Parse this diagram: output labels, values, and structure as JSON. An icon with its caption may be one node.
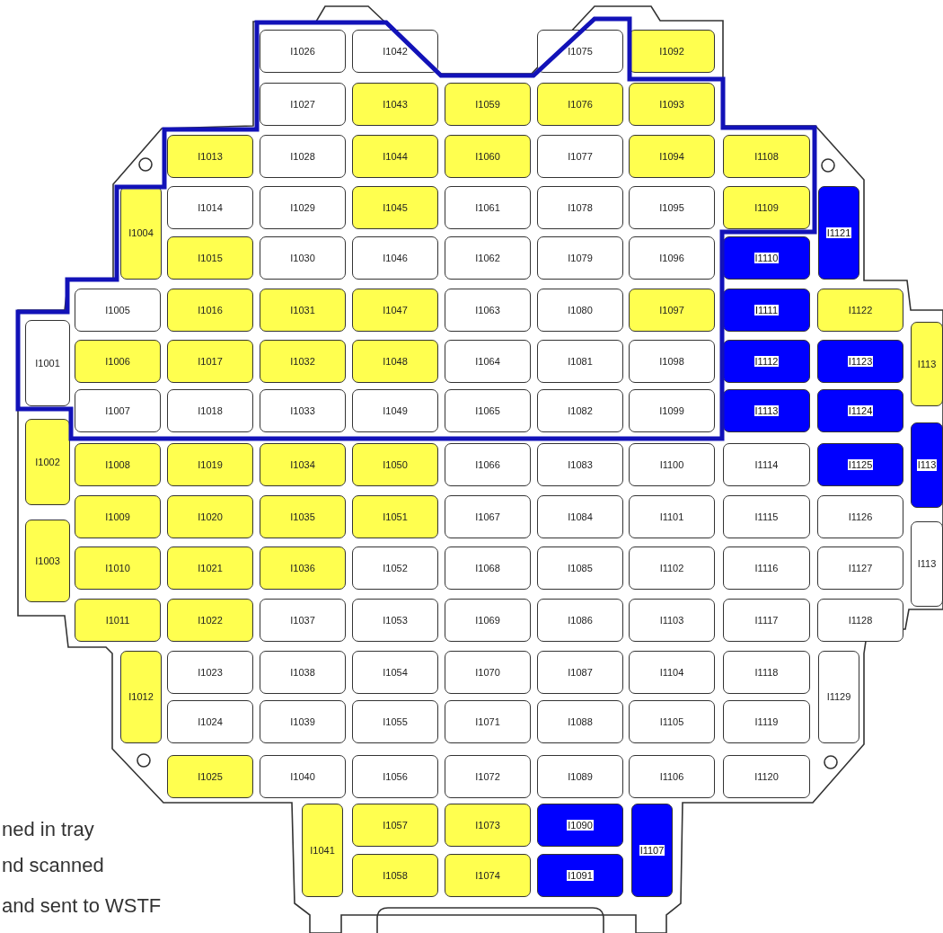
{
  "diagram": {
    "nodes": [
      {
        "text": [
          "I1026"
        ]
      },
      {
        "text": [
          "I1042"
        ]
      },
      {
        "text": [
          "I1075"
        ]
      },
      {
        "text": [
          "I1092"
        ]
      },
      {
        "text": [
          "I1027"
        ]
      },
      {
        "text": [
          "I1043"
        ]
      },
      {
        "text": [
          "I1059"
        ]
      },
      {
        "text": [
          "I1076"
        ]
      },
      {
        "text": [
          "I1093"
        ]
      },
      {
        "text": [
          "I1013"
        ]
      },
      {
        "text": [
          "I1028"
        ]
      },
      {
        "text": [
          "I1044"
        ]
      },
      {
        "text": [
          "I1060"
        ]
      },
      {
        "text": [
          "I1077"
        ]
      },
      {
        "text": [
          "I1094"
        ]
      },
      {
        "text": [
          "I1108"
        ]
      },
      {
        "text": [
          "I1004"
        ]
      },
      {
        "text": [
          "I1014"
        ]
      },
      {
        "text": [
          "I1029"
        ]
      },
      {
        "text": [
          "I1045"
        ]
      },
      {
        "text": [
          "I1061"
        ]
      },
      {
        "text": [
          "I1078"
        ]
      },
      {
        "text": [
          "I1095"
        ]
      },
      {
        "text": [
          "I1109"
        ]
      },
      {
        "text": [
          "I1121"
        ]
      },
      {
        "text": [
          "I1015"
        ]
      },
      {
        "text": [
          "I1030"
        ]
      },
      {
        "text": [
          "I1046"
        ]
      },
      {
        "text": [
          "I1062"
        ]
      },
      {
        "text": [
          "I1079"
        ]
      },
      {
        "text": [
          "I1096"
        ]
      },
      {
        "text": [
          "I1110"
        ]
      },
      {
        "text": [
          "I1005"
        ]
      },
      {
        "text": [
          "I1016"
        ]
      },
      {
        "text": [
          "I1031"
        ]
      },
      {
        "text": [
          "I1047"
        ]
      },
      {
        "text": [
          "I1063"
        ]
      },
      {
        "text": [
          "I1080"
        ]
      },
      {
        "text": [
          "I1097"
        ]
      },
      {
        "text": [
          "I1111"
        ]
      },
      {
        "text": [
          "I1122"
        ]
      },
      {
        "text": [
          "I1001"
        ]
      },
      {
        "text": [
          "I1006"
        ]
      },
      {
        "text": [
          "I1017"
        ]
      },
      {
        "text": [
          "I1032"
        ]
      },
      {
        "text": [
          "I1048"
        ]
      },
      {
        "text": [
          "I1064"
        ]
      },
      {
        "text": [
          "I1081"
        ]
      },
      {
        "text": [
          "I1098"
        ]
      },
      {
        "text": [
          "I1112"
        ]
      },
      {
        "text": [
          "I1123"
        ]
      },
      {
        "text": [
          "I113"
        ]
      },
      {
        "text": [
          "I1007"
        ]
      },
      {
        "text": [
          "I1018"
        ]
      },
      {
        "text": [
          "I1033"
        ]
      },
      {
        "text": [
          "I1049"
        ]
      },
      {
        "text": [
          "I1065"
        ]
      },
      {
        "text": [
          "I1082"
        ]
      },
      {
        "text": [
          "I1099"
        ]
      },
      {
        "text": [
          "I1113"
        ]
      },
      {
        "text": [
          "I1124"
        ]
      },
      {
        "text": [
          "I1002"
        ]
      },
      {
        "text": [
          "I1008"
        ]
      },
      {
        "text": [
          "I1019"
        ]
      },
      {
        "text": [
          "I1034"
        ]
      },
      {
        "text": [
          "I1050"
        ]
      },
      {
        "text": [
          "I1066"
        ]
      },
      {
        "text": [
          "I1083"
        ]
      },
      {
        "text": [
          "I1100"
        ]
      },
      {
        "text": [
          "I1114"
        ]
      },
      {
        "text": [
          "I1125"
        ]
      },
      {
        "text": [
          "I113"
        ]
      },
      {
        "text": [
          "I1009"
        ]
      },
      {
        "text": [
          "I1020"
        ]
      },
      {
        "text": [
          "I1035"
        ]
      },
      {
        "text": [
          "I1051"
        ]
      },
      {
        "text": [
          "I1067"
        ]
      },
      {
        "text": [
          "I1084"
        ]
      },
      {
        "text": [
          "I1101"
        ]
      },
      {
        "text": [
          "I1115"
        ]
      },
      {
        "text": [
          "I1126"
        ]
      },
      {
        "text": [
          "I1003"
        ]
      },
      {
        "text": [
          "I1010"
        ]
      },
      {
        "text": [
          "I1021"
        ]
      },
      {
        "text": [
          "I1036"
        ]
      },
      {
        "text": [
          "I1052"
        ]
      },
      {
        "text": [
          "I1068"
        ]
      },
      {
        "text": [
          "I1085"
        ]
      },
      {
        "text": [
          "I1102"
        ]
      },
      {
        "text": [
          "I1116"
        ]
      },
      {
        "text": [
          "I1127"
        ]
      },
      {
        "text": [
          "I113"
        ]
      },
      {
        "text": [
          "I1011"
        ]
      },
      {
        "text": [
          "I1022"
        ]
      },
      {
        "text": [
          "I1037"
        ]
      },
      {
        "text": [
          "I1053"
        ]
      },
      {
        "text": [
          "I1069"
        ]
      },
      {
        "text": [
          "I1086"
        ]
      },
      {
        "text": [
          "I1103"
        ]
      },
      {
        "text": [
          "I1117"
        ]
      },
      {
        "text": [
          "I1128"
        ]
      },
      {
        "text": [
          "I1012"
        ]
      },
      {
        "text": [
          "I1023"
        ]
      },
      {
        "text": [
          "I1038"
        ]
      },
      {
        "text": [
          "I1054"
        ]
      },
      {
        "text": [
          "I1070"
        ]
      },
      {
        "text": [
          "I1087"
        ]
      },
      {
        "text": [
          "I1104"
        ]
      },
      {
        "text": [
          "I1118"
        ]
      },
      {
        "text": [
          "I1129"
        ]
      },
      {
        "text": [
          "I1024"
        ]
      },
      {
        "text": [
          "I1039"
        ]
      },
      {
        "text": [
          "I1055"
        ]
      },
      {
        "text": [
          "I1071"
        ]
      },
      {
        "text": [
          "I1088"
        ]
      },
      {
        "text": [
          "I1105"
        ]
      },
      {
        "text": [
          "I1119"
        ]
      },
      {
        "text": [
          "I1025"
        ]
      },
      {
        "text": [
          "I1040"
        ]
      },
      {
        "text": [
          "I1056"
        ]
      },
      {
        "text": [
          "I1072"
        ]
      },
      {
        "text": [
          "I1089"
        ]
      },
      {
        "text": [
          "I1106"
        ]
      },
      {
        "text": [
          "I1120"
        ]
      },
      {
        "text": [
          "I1041"
        ]
      },
      {
        "text": [
          "I1057"
        ]
      },
      {
        "text": [
          "I1073"
        ]
      },
      {
        "text": [
          "I1090"
        ]
      },
      {
        "text": [
          "I1107"
        ]
      },
      {
        "text": [
          "I1058"
        ]
      },
      {
        "text": [
          "I1074"
        ]
      },
      {
        "text": [
          "I1091"
        ]
      }
    ],
    "labels": [
      "ned in tray",
      "nd scanned",
      "and sent to WSTF"
    ]
  }
}
